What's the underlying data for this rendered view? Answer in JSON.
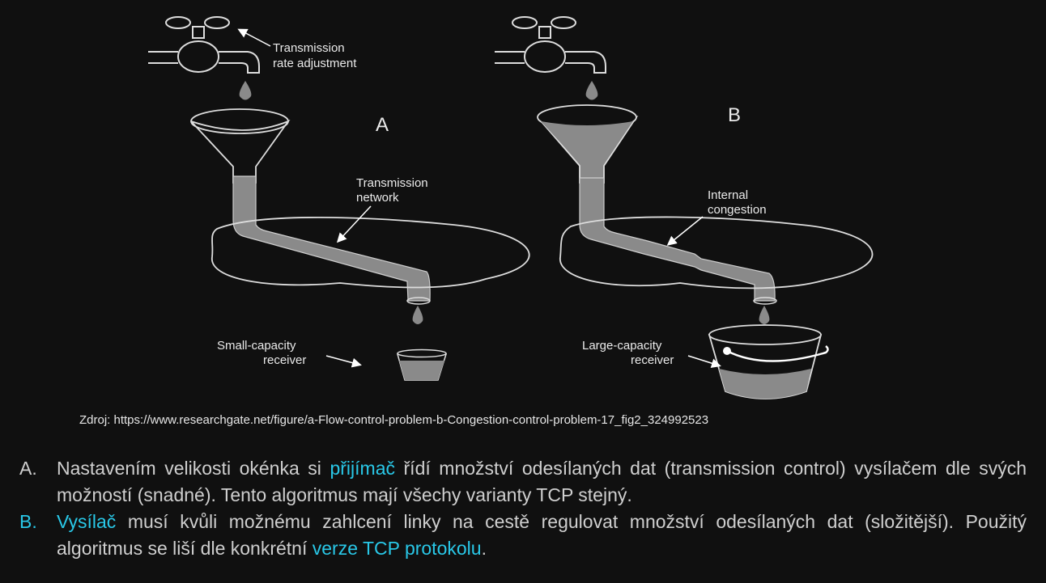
{
  "diagram": {
    "tap_label_line1": "Transmission",
    "tap_label_line2": "rate adjustment",
    "panel_a_letter": "A",
    "panel_b_letter": "B",
    "network_label_line1": "Transmission",
    "network_label_line2": "network",
    "congestion_label_line1": "Internal",
    "congestion_label_line2": "congestion",
    "small_receiver_line1": "Small-capacity",
    "small_receiver_line2": "receiver",
    "large_receiver_line1": "Large-capacity",
    "large_receiver_line2": "receiver"
  },
  "source": "Zdroj: https://www.researchgate.net/figure/a-Flow-control-problem-b-Congestion-control-problem-17_fig2_324992523",
  "notes": {
    "a_marker": "A.",
    "a_text_1": "Nastavením velikosti okénka si ",
    "a_highlight": "přijímač",
    "a_text_2": " řídí množství odesílaných dat (transmission control) vysílačem dle svých možností (snadné). Tento algoritmus mají všechy varianty TCP stejný.",
    "b_marker": "B.",
    "b_highlight_1": "Vysílač",
    "b_text_1": " musí kvůli možnému zahlcení linky na cestě regulovat množství odesílaných dat (složitější). Použitý algoritmus se liší dle konkrétní ",
    "b_highlight_2": "verze TCP protokolu",
    "b_text_2": "."
  },
  "colors": {
    "background": "#101010",
    "highlight": "#29c8e8",
    "fluid": "#8a8a8a"
  }
}
